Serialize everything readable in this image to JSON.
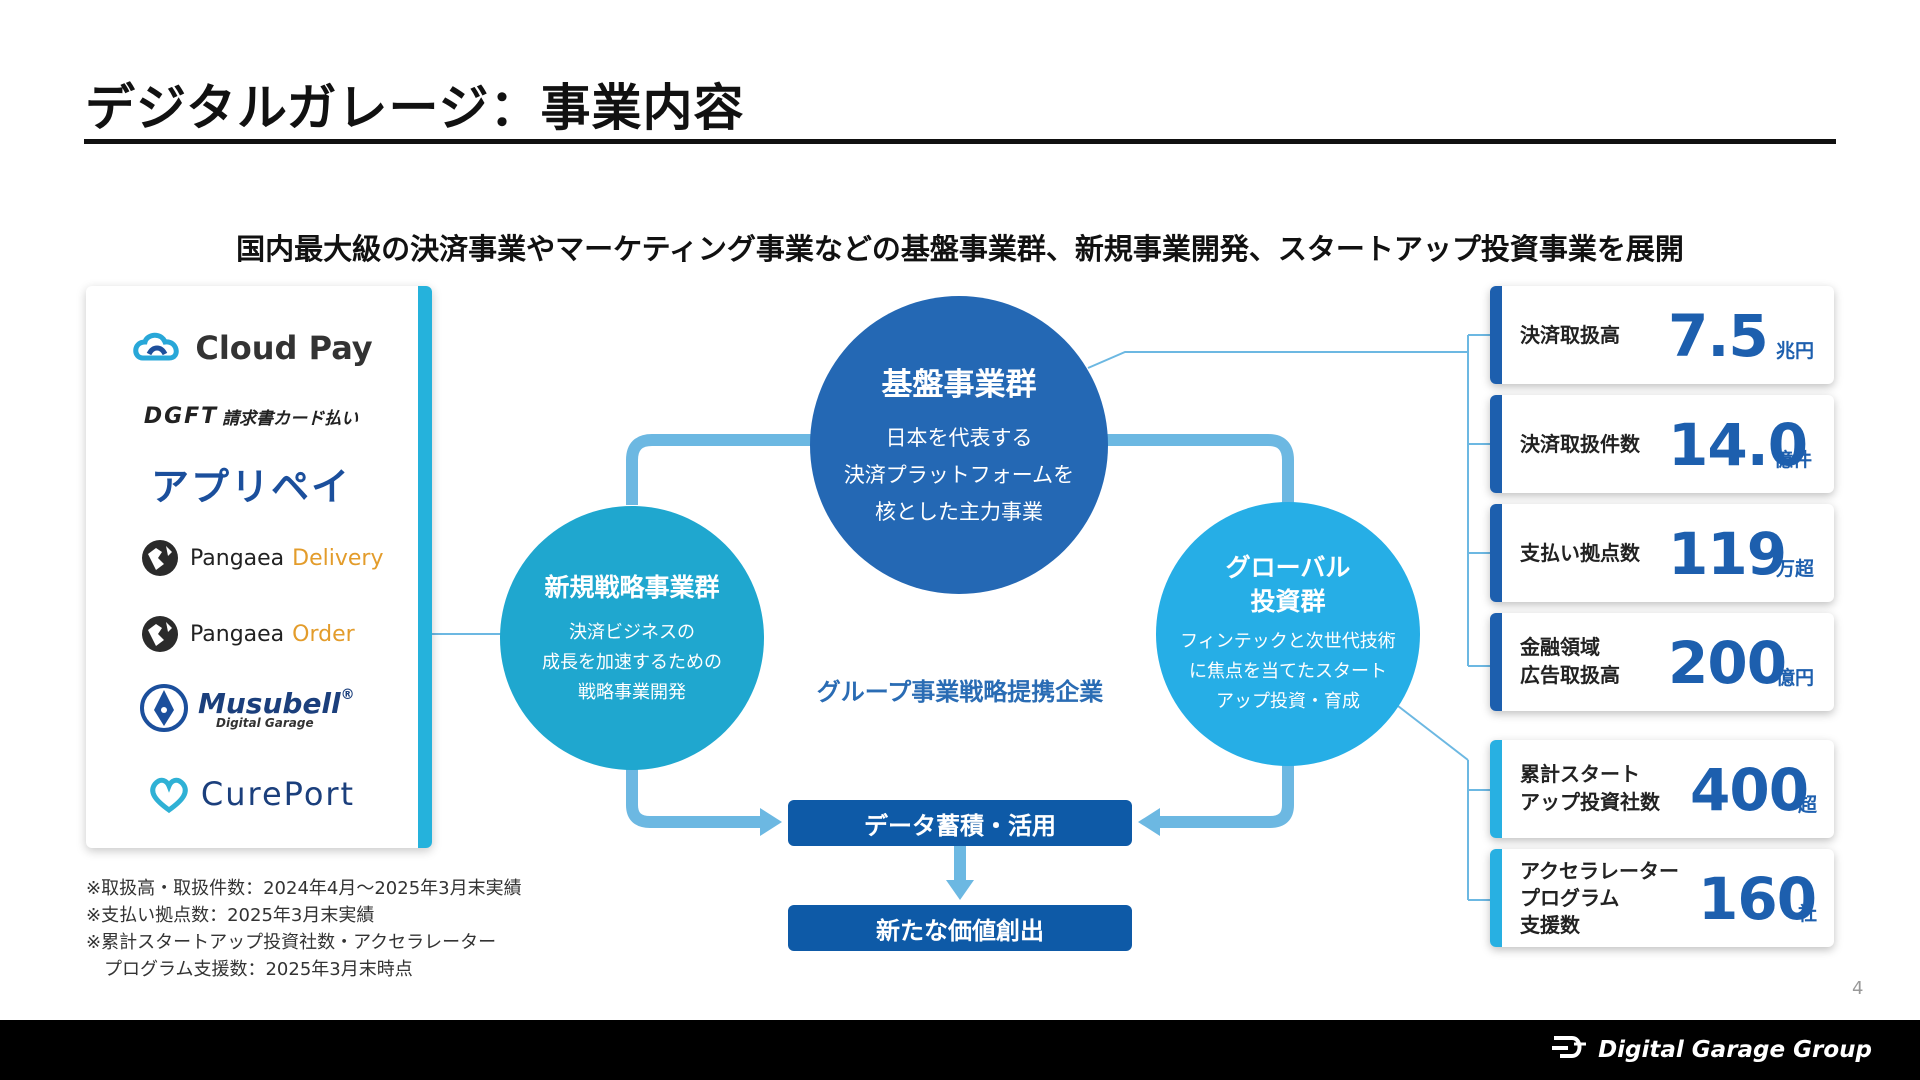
{
  "title": "デジタルガレージ：事業内容",
  "subtitle": "国内最大級の決済事業やマーケティング事業などの基盤事業群、新規事業開発、スタートアップ投資事業を展開",
  "brands": {
    "cloudpay": "Cloud Pay",
    "dgft_main": "DGFT",
    "dgft_sub": "請求書カード払い",
    "appripay": "アプリペイ",
    "pangaea_delivery_main": "Pangaea",
    "pangaea_delivery_sub": "Delivery",
    "pangaea_order_main": "Pangaea",
    "pangaea_order_sub": "Order",
    "musubell_main": "Musubell",
    "musubell_reg": "®",
    "musubell_sub": "Digital Garage",
    "cureport": "CurePort"
  },
  "notes": [
    "※取扱高・取扱件数：2024年4月～2025年3月末実績",
    "※支払い拠点数：2025年3月末実績",
    "※累計スタートアップ投資社数・アクセラレーター",
    "　プログラム支援数：2025年3月末時点"
  ],
  "circles": {
    "core": {
      "title": "基盤事業群",
      "lines": [
        "日本を代表する",
        "決済プラットフォームを",
        "核とした主力事業"
      ]
    },
    "new": {
      "title": "新規戦略事業群",
      "lines": [
        "決済ビジネスの",
        "成長を加速するための",
        "戦略事業開発"
      ]
    },
    "global": {
      "title_lines": [
        "グローバル",
        "投資群"
      ],
      "lines": [
        "フィンテックと次世代技術",
        "に焦点を当てたスタート",
        "アップ投資・育成"
      ]
    }
  },
  "center_label": "グループ事業戦略提携企業",
  "pills": {
    "data": "データ蓄積・活用",
    "value": "新たな価値創出"
  },
  "stats": [
    {
      "label_lines": [
        "決済取扱高"
      ],
      "value": "7.5",
      "unit": "兆円"
    },
    {
      "label_lines": [
        "決済取扱件数"
      ],
      "value": "14.0",
      "unit": "億件"
    },
    {
      "label_lines": [
        "支払い拠点数"
      ],
      "value": "119",
      "unit": "万超"
    },
    {
      "label_lines": [
        "金融領域",
        "広告取扱高"
      ],
      "value": "200",
      "unit": "億円"
    },
    {
      "label_lines": [
        "累計スタート",
        "アップ投資社数"
      ],
      "value": "400",
      "unit": "超"
    },
    {
      "label_lines": [
        "アクセラレーター",
        "プログラム",
        "支援数"
      ],
      "value": "160",
      "unit": "社"
    }
  ],
  "colors": {
    "core": "#2468b4",
    "new": "#1fa7cf",
    "global": "#26aee6",
    "pill": "#0e5aa7",
    "card_blue_dark": "#1d5fae",
    "card_blue_light": "#28b0e2",
    "connector": "#6cb8e2"
  },
  "page_number": "4",
  "footer_logo": "Digital Garage Group"
}
